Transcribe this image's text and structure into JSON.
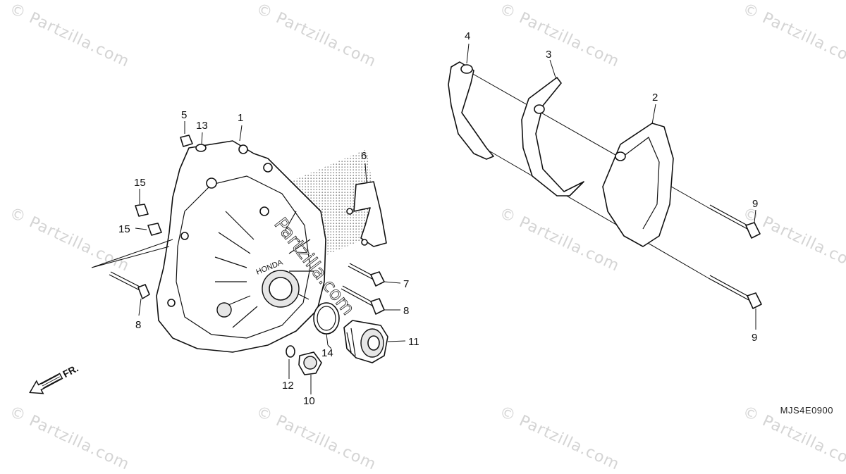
{
  "watermark": "© Partzilla.com",
  "center_watermark": "Partzilla.com",
  "diagram_code": "MJS4E0900",
  "direction_label": "FR.",
  "callouts": {
    "c1": "1",
    "c2": "2",
    "c3": "3",
    "c4": "4",
    "c5": "5",
    "c6": "6",
    "c7": "7",
    "c8a": "8",
    "c8b": "8",
    "c9a": "9",
    "c9b": "9",
    "c10": "10",
    "c11": "11",
    "c12": "12",
    "c13": "13",
    "c14": "14",
    "c15a": "15",
    "c15b": "15"
  }
}
